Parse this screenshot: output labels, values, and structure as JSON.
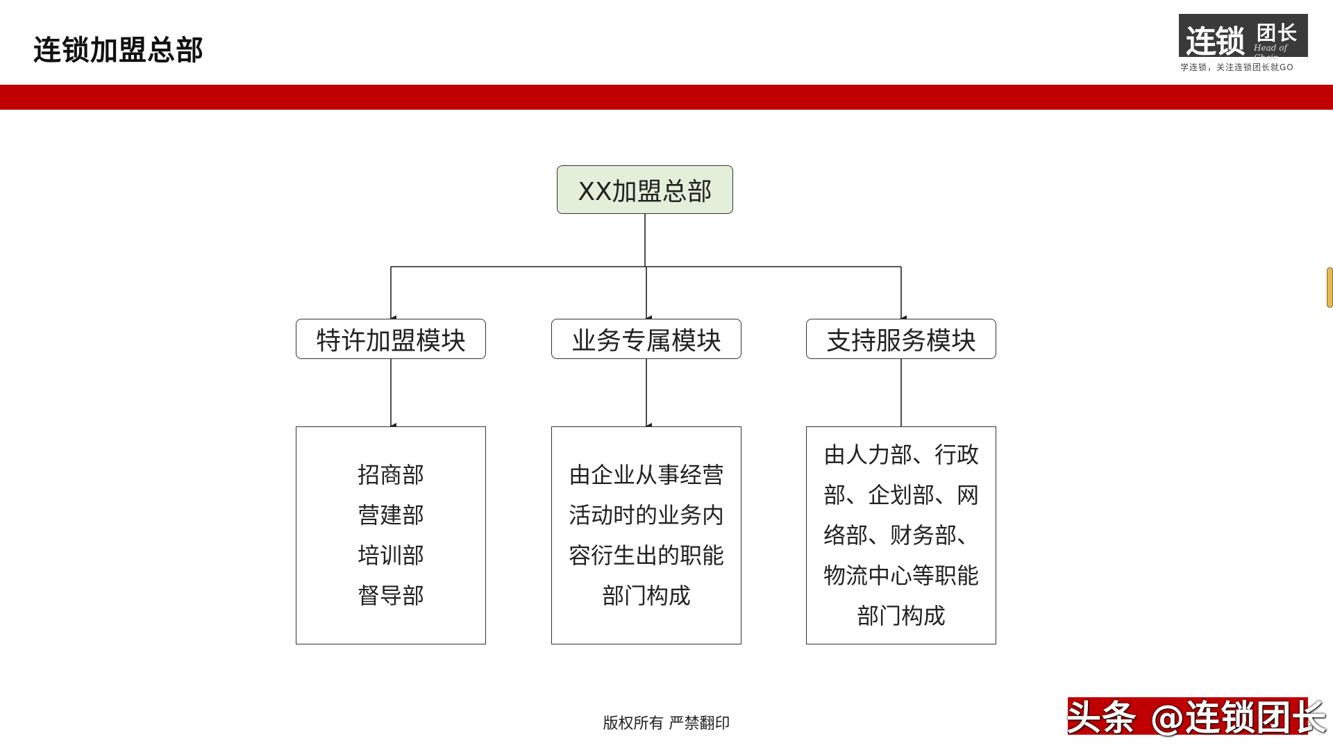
{
  "header": {
    "title": "连锁加盟总部"
  },
  "logo": {
    "main": "连锁",
    "side": "团长",
    "en": "Head of Chain",
    "slogan": "学连锁，关注连锁团长就GO"
  },
  "org_chart": {
    "root": "XX加盟总部",
    "modules": [
      {
        "label": "特许加盟模块",
        "details": [
          "招商部",
          "营建部",
          "培训部",
          "督导部"
        ]
      },
      {
        "label": "业务专属模块",
        "details": [
          "由企业从事经营",
          "活动时的业务内",
          "容衍生出的职能",
          "部门构成"
        ]
      },
      {
        "label": "支持服务模块",
        "details": [
          "由人力部、行政",
          "部、企划部、网",
          "络部、财务部、",
          "物流中心等职能",
          "部门构成"
        ]
      }
    ]
  },
  "footer": {
    "copyright": "版权所有  严禁翻印"
  },
  "watermark": {
    "text": "头条 @连锁团长"
  },
  "colors": {
    "brand_red": "#c00000",
    "root_fill": "#e3efd9"
  }
}
